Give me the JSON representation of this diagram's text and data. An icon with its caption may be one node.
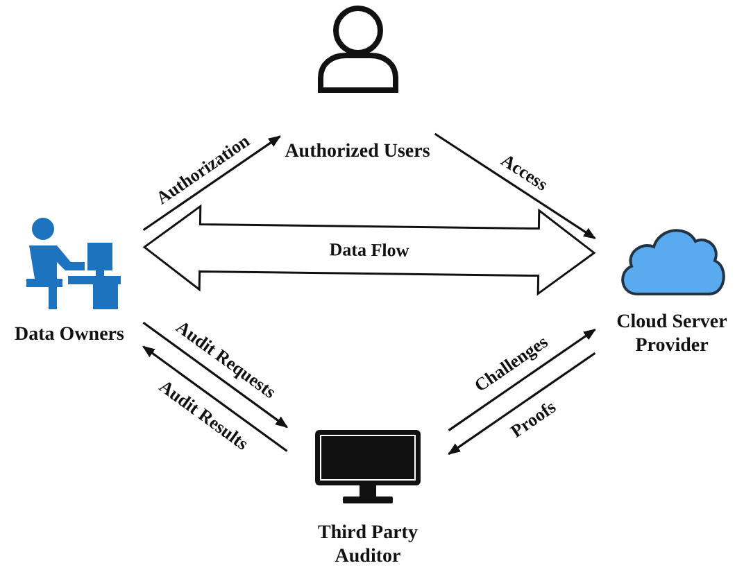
{
  "diagram": {
    "nodes": [
      {
        "text": [
          "Authorized Users"
        ]
      },
      {
        "text": [
          "Data Owners"
        ]
      },
      {
        "text": [
          "Cloud Server Provider"
        ]
      },
      {
        "text": [
          "Third Party Auditor"
        ]
      }
    ],
    "edges": [
      {
        "from": 1,
        "to": 0,
        "arrow": "to",
        "label": "Authorization"
      },
      {
        "from": 0,
        "to": 2,
        "arrow": "to",
        "label": "Access"
      },
      {
        "from": 1,
        "to": 2,
        "arrow": "both",
        "label": "Data Flow",
        "style": "thick"
      },
      {
        "from": 1,
        "to": 3,
        "arrow": "to",
        "label": "Audit Requests"
      },
      {
        "from": 3,
        "to": 1,
        "arrow": "to",
        "label": "Audit Results"
      },
      {
        "from": 3,
        "to": 2,
        "arrow": "to",
        "label": "Challenges"
      },
      {
        "from": 2,
        "to": 3,
        "arrow": "to",
        "label": "Proofs"
      }
    ]
  }
}
